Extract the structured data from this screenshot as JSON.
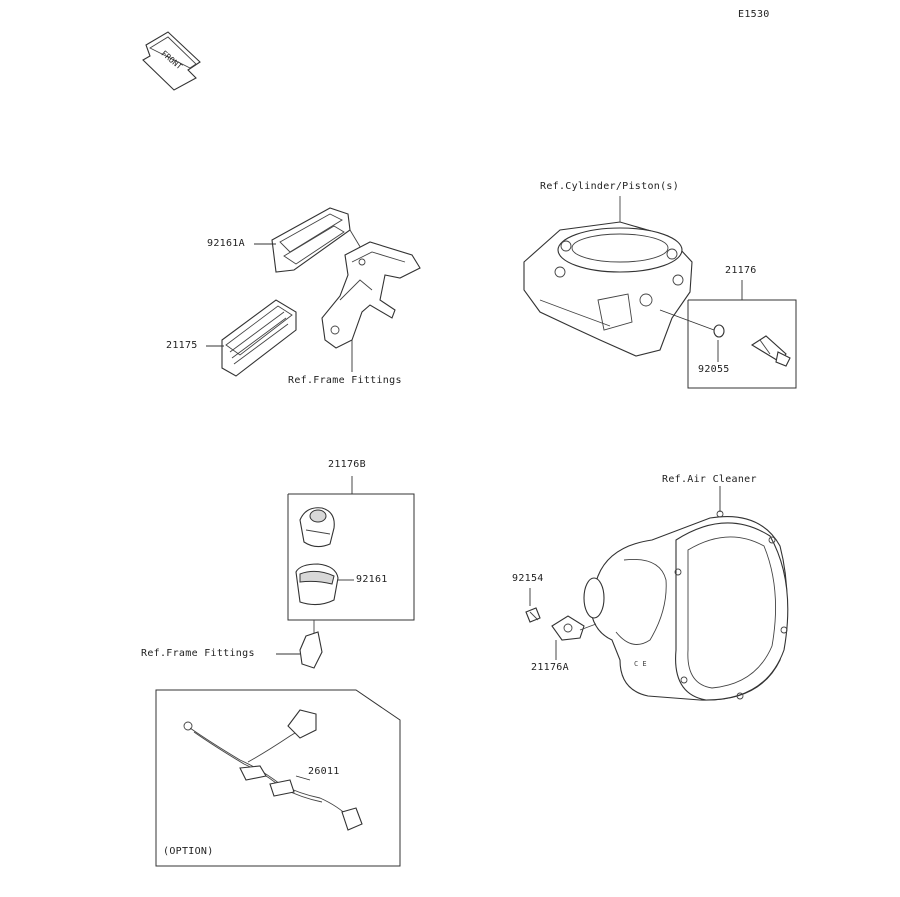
{
  "figure_id": "E1530",
  "front_marker": "FRONT",
  "callouts": {
    "p92161A": "92161A",
    "p21175": "21175",
    "ref_frame_1": "Ref.Frame Fittings",
    "ref_cylinder": "Ref.Cylinder/Piston(s)",
    "p21176": "21176",
    "p92055": "92055",
    "p21176B": "21176B",
    "p92161": "92161",
    "ref_frame_2": "Ref.Frame Fittings",
    "ref_air": "Ref.Air Cleaner",
    "p92154": "92154",
    "p21176A": "21176A",
    "p26011": "26011",
    "option": "(OPTION)"
  }
}
